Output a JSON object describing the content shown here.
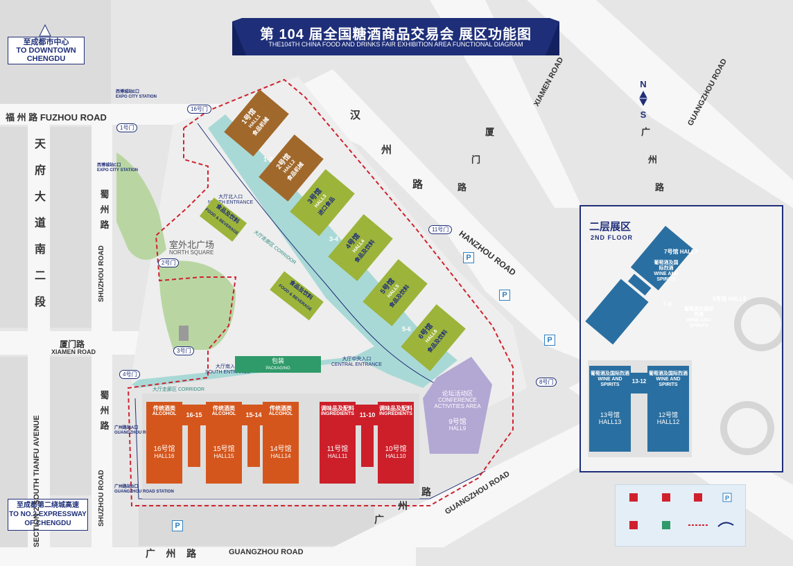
{
  "title": {
    "cn_prefix": "第",
    "number": "104",
    "cn_main": "届全国糖酒商品交易会  展区功能图",
    "en": "THE104TH CHINA FOOD AND DRINKS FAIR  EXHIBITION AREA FUNCTIONAL DIAGRAM"
  },
  "corner_boxes": {
    "downtown_cn": "至成都市中心",
    "downtown_en1": "TO DOWNTOWN",
    "downtown_en2": "CHENGDU",
    "expressway_cn": "至成都第二绕城高速",
    "expressway_en1": "TO NO.2 EXPRESSWAY",
    "expressway_en2": "OF CHENGDU"
  },
  "compass": {
    "north": "N",
    "south": "S"
  },
  "roads": {
    "fuzhou": "福 州 路  FUZHOU ROAD",
    "tianfu_cn": [
      "天",
      "府",
      "大",
      "道",
      "南",
      "二",
      "段"
    ],
    "tianfu_en": "SECTION 2 SOUTH TIANFU AVENUE",
    "shuzhou_cn": [
      "蜀",
      "州",
      "路"
    ],
    "shuzhou_en": "SHUZHOU ROAD",
    "shuzhou_cn_b": [
      "蜀",
      "州",
      "路"
    ],
    "shuzhou_en_b": "SHUZHOU ROAD",
    "xiamen": "厦门路",
    "xiamen_en": "XIAMEN ROAD",
    "han_cn": [
      "汉",
      "州",
      "路"
    ],
    "hanzhou_en": "HANZHOU ROAD",
    "xiamen_diag_cn": [
      "厦",
      "门",
      "路"
    ],
    "xiamen_diag_en": "XIAMEN ROAD",
    "guangzhou_diag_cn": [
      "广",
      "州",
      "路"
    ],
    "guangzhou_diag_en": "GUANGZHOU ROAD",
    "guangzhou_se_cn": [
      "广",
      "州",
      "路"
    ],
    "guangzhou_se_en": "GUANGZHOU ROAD",
    "guangzhou_bottom": "广    州    路",
    "guangzhou_bottom_en": "GUANGZHOU ROAD"
  },
  "stations": {
    "expo_city_1": "西博城站E口",
    "expo_city_1_en": "EXPO CITY STATION",
    "expo_city_2": "西博城站C口",
    "expo_city_2_en": "EXPO CITY STATION",
    "guangzhou_a": "广州路站A口",
    "guangzhou_a_en": "GUANGZHOU ROAD STATION",
    "guangzhou_b": "广州路站B口",
    "guangzhou_b_en": "GUANGZHOU ROAD STATION"
  },
  "gates": [
    "1号门",
    "2号门",
    "3号门",
    "4号门",
    "8号门",
    "11号门",
    "16号门"
  ],
  "squares": {
    "north_cn": "室外北广场",
    "north_en": "NORTH SQUARE",
    "north_entrance": "大厅北入口",
    "north_entrance_en": "NORTH ENTRANCE",
    "south_entrance": "大厅南入口",
    "south_entrance_en": "SOUTH ENTRANCE",
    "central_entrance": "大厅中央入口",
    "central_entrance_en": "CENTRAL ENTRANCE",
    "corridor": "大厅走廊区 CORRIDOR",
    "packaging_cn": "包装",
    "packaging_en": "PACKAGING",
    "food_beverage": "食品及饮料",
    "food_beverage_en": "FOOD & BEVERAGE",
    "conference_cn": "论坛活动区",
    "conference_en1": "CONFERENCE",
    "conference_en2": "ACTIVITIES AREA",
    "hall9_cn": "9号馆",
    "hall9_en": "HALL9"
  },
  "north_halls": [
    {
      "cn": "1号馆",
      "en": "HALL1",
      "cat": "食品机械",
      "link": "1-2"
    },
    {
      "cn": "2号馆",
      "en": "HALL2",
      "cat": "食品机械"
    },
    {
      "cn": "3号馆",
      "en": "HALL3",
      "cat": "进口食品",
      "link": "3-4"
    },
    {
      "cn": "4号馆",
      "en": "HALL4",
      "cat": "食品及饮料"
    },
    {
      "cn": "5号馆",
      "en": "HALL5",
      "cat": "食品及饮料",
      "link": "5-6"
    },
    {
      "cn": "6号馆",
      "en": "HALL6",
      "cat": "食品及饮料"
    }
  ],
  "south_halls": [
    {
      "cn": "16号馆",
      "en": "HALL16",
      "cat_cn": "传统酒类",
      "cat_en": "ALCOHOL"
    },
    {
      "cn": "15号馆",
      "en": "HALL15",
      "cat_cn": "传统酒类",
      "cat_en": "ALCOHOL"
    },
    {
      "cn": "14号馆",
      "en": "HALL14",
      "cat_cn": "传统酒类",
      "cat_en": "ALCOHOL"
    },
    {
      "cn": "11号馆",
      "en": "HALL11",
      "cat_cn": "调味品及配料",
      "cat_en": "INGREDIENTS"
    },
    {
      "cn": "10号馆",
      "en": "HALL10",
      "cat_cn": "调味品及配料",
      "cat_en": "INGREDIENTS"
    }
  ],
  "south_links": [
    "16-15",
    "15-14",
    "11-10"
  ],
  "second_floor": {
    "title_cn": "二层展区",
    "title_en": "2ND FLOOR",
    "hall7": "7号馆",
    "hall7_en": "HALL7",
    "hall8": "8号馆",
    "hall8_en": "HALL8",
    "wine_cn": "葡萄酒及国际烈酒",
    "wine_en": "WINE AND SPIRITS",
    "link78": "7-8",
    "link1312": "13-12",
    "hall13": "13号馆",
    "hall13_en": "HALL13",
    "hall12": "12号馆",
    "hall12_en": "HALL12"
  },
  "parking": "P",
  "colors": {
    "brown": "#a0682b",
    "green": "#9cb43a",
    "orange": "#d5561c",
    "red": "#cc1f2a",
    "purple": "#b3a7d3",
    "blue": "#2a6fa1",
    "navy": "#1e2e78",
    "teal": "#a9d9d6",
    "park": "#b9d6a2"
  }
}
